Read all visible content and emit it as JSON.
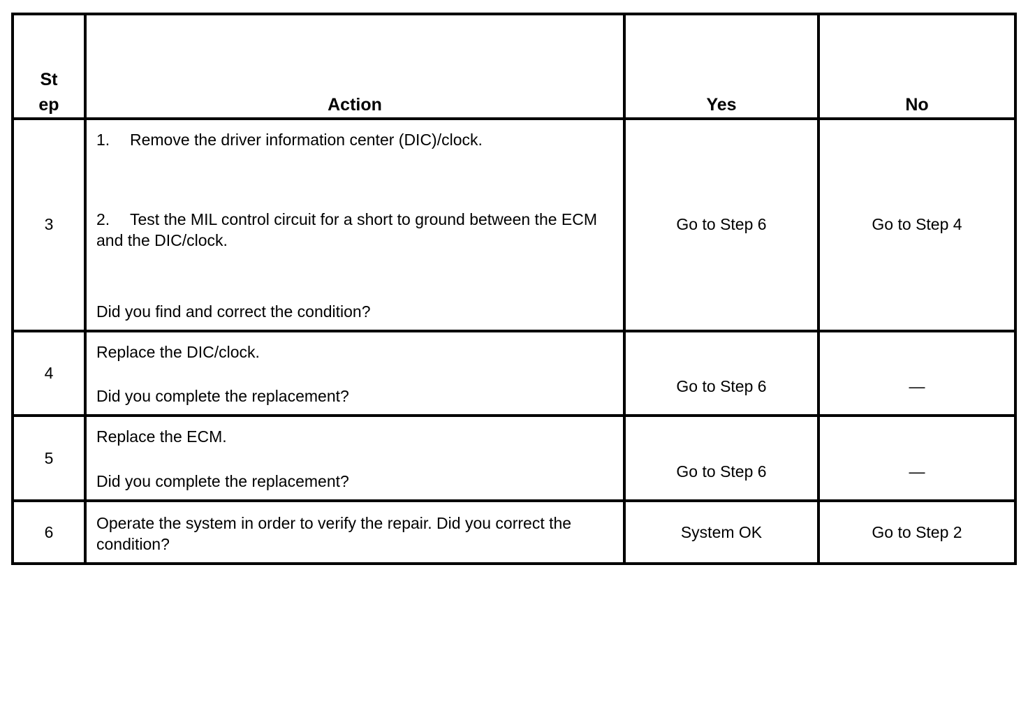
{
  "table": {
    "headers": {
      "step": "Step",
      "step_line1": "St",
      "step_line2": "ep",
      "action": "Action",
      "yes": "Yes",
      "no": "No"
    },
    "rows": [
      {
        "step": "3",
        "action_items": [
          {
            "number": "1.",
            "text": "Remove the driver information center (DIC)/clock."
          },
          {
            "number": "2.",
            "text": "Test the MIL control circuit for a short to ground between the ECM and the DIC/clock."
          }
        ],
        "action_question": "Did you find and correct the condition?",
        "yes": "Go to Step 6",
        "no": "Go to Step 4"
      },
      {
        "step": "4",
        "action_statement": "Replace the DIC/clock.",
        "action_question": "Did you complete the replacement?",
        "yes": "Go to Step 6",
        "no": "—"
      },
      {
        "step": "5",
        "action_statement": "Replace the ECM.",
        "action_question": "Did you complete the replacement?",
        "yes": "Go to Step 6",
        "no": "—"
      },
      {
        "step": "6",
        "action_statement": "Operate the system in order to verify the repair. Did you correct the condition?",
        "yes": "System OK",
        "no": "Go to Step 2"
      }
    ]
  },
  "colors": {
    "border": "#000000",
    "text": "#000000",
    "background": "#ffffff"
  }
}
